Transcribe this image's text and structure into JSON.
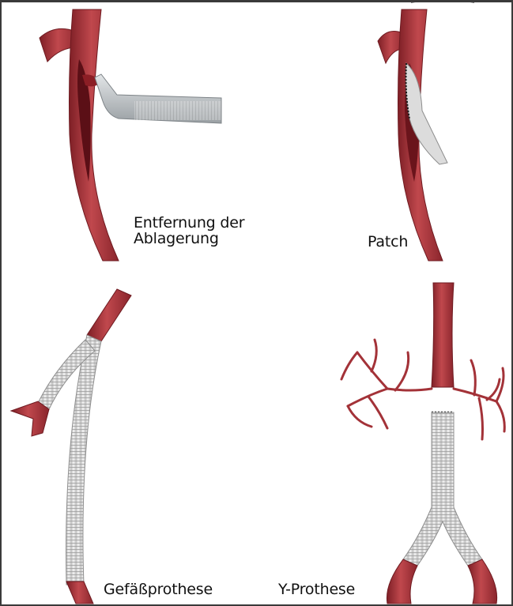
{
  "figure": {
    "panels": [
      {
        "label": "Entfernung der\nAblagerung"
      },
      {
        "label": "Patch"
      },
      {
        "label": "Gefäßprothese"
      },
      {
        "label": "Y-Prothese"
      }
    ]
  },
  "colors": {
    "vessel": "#b23a3f",
    "vessel_dark": "#7a1c22",
    "prosthesis": "#e6e6e6",
    "prosthesis_line": "#9c9c9c",
    "metal": "#c9cdd0",
    "frame": "#3a3a3a"
  }
}
